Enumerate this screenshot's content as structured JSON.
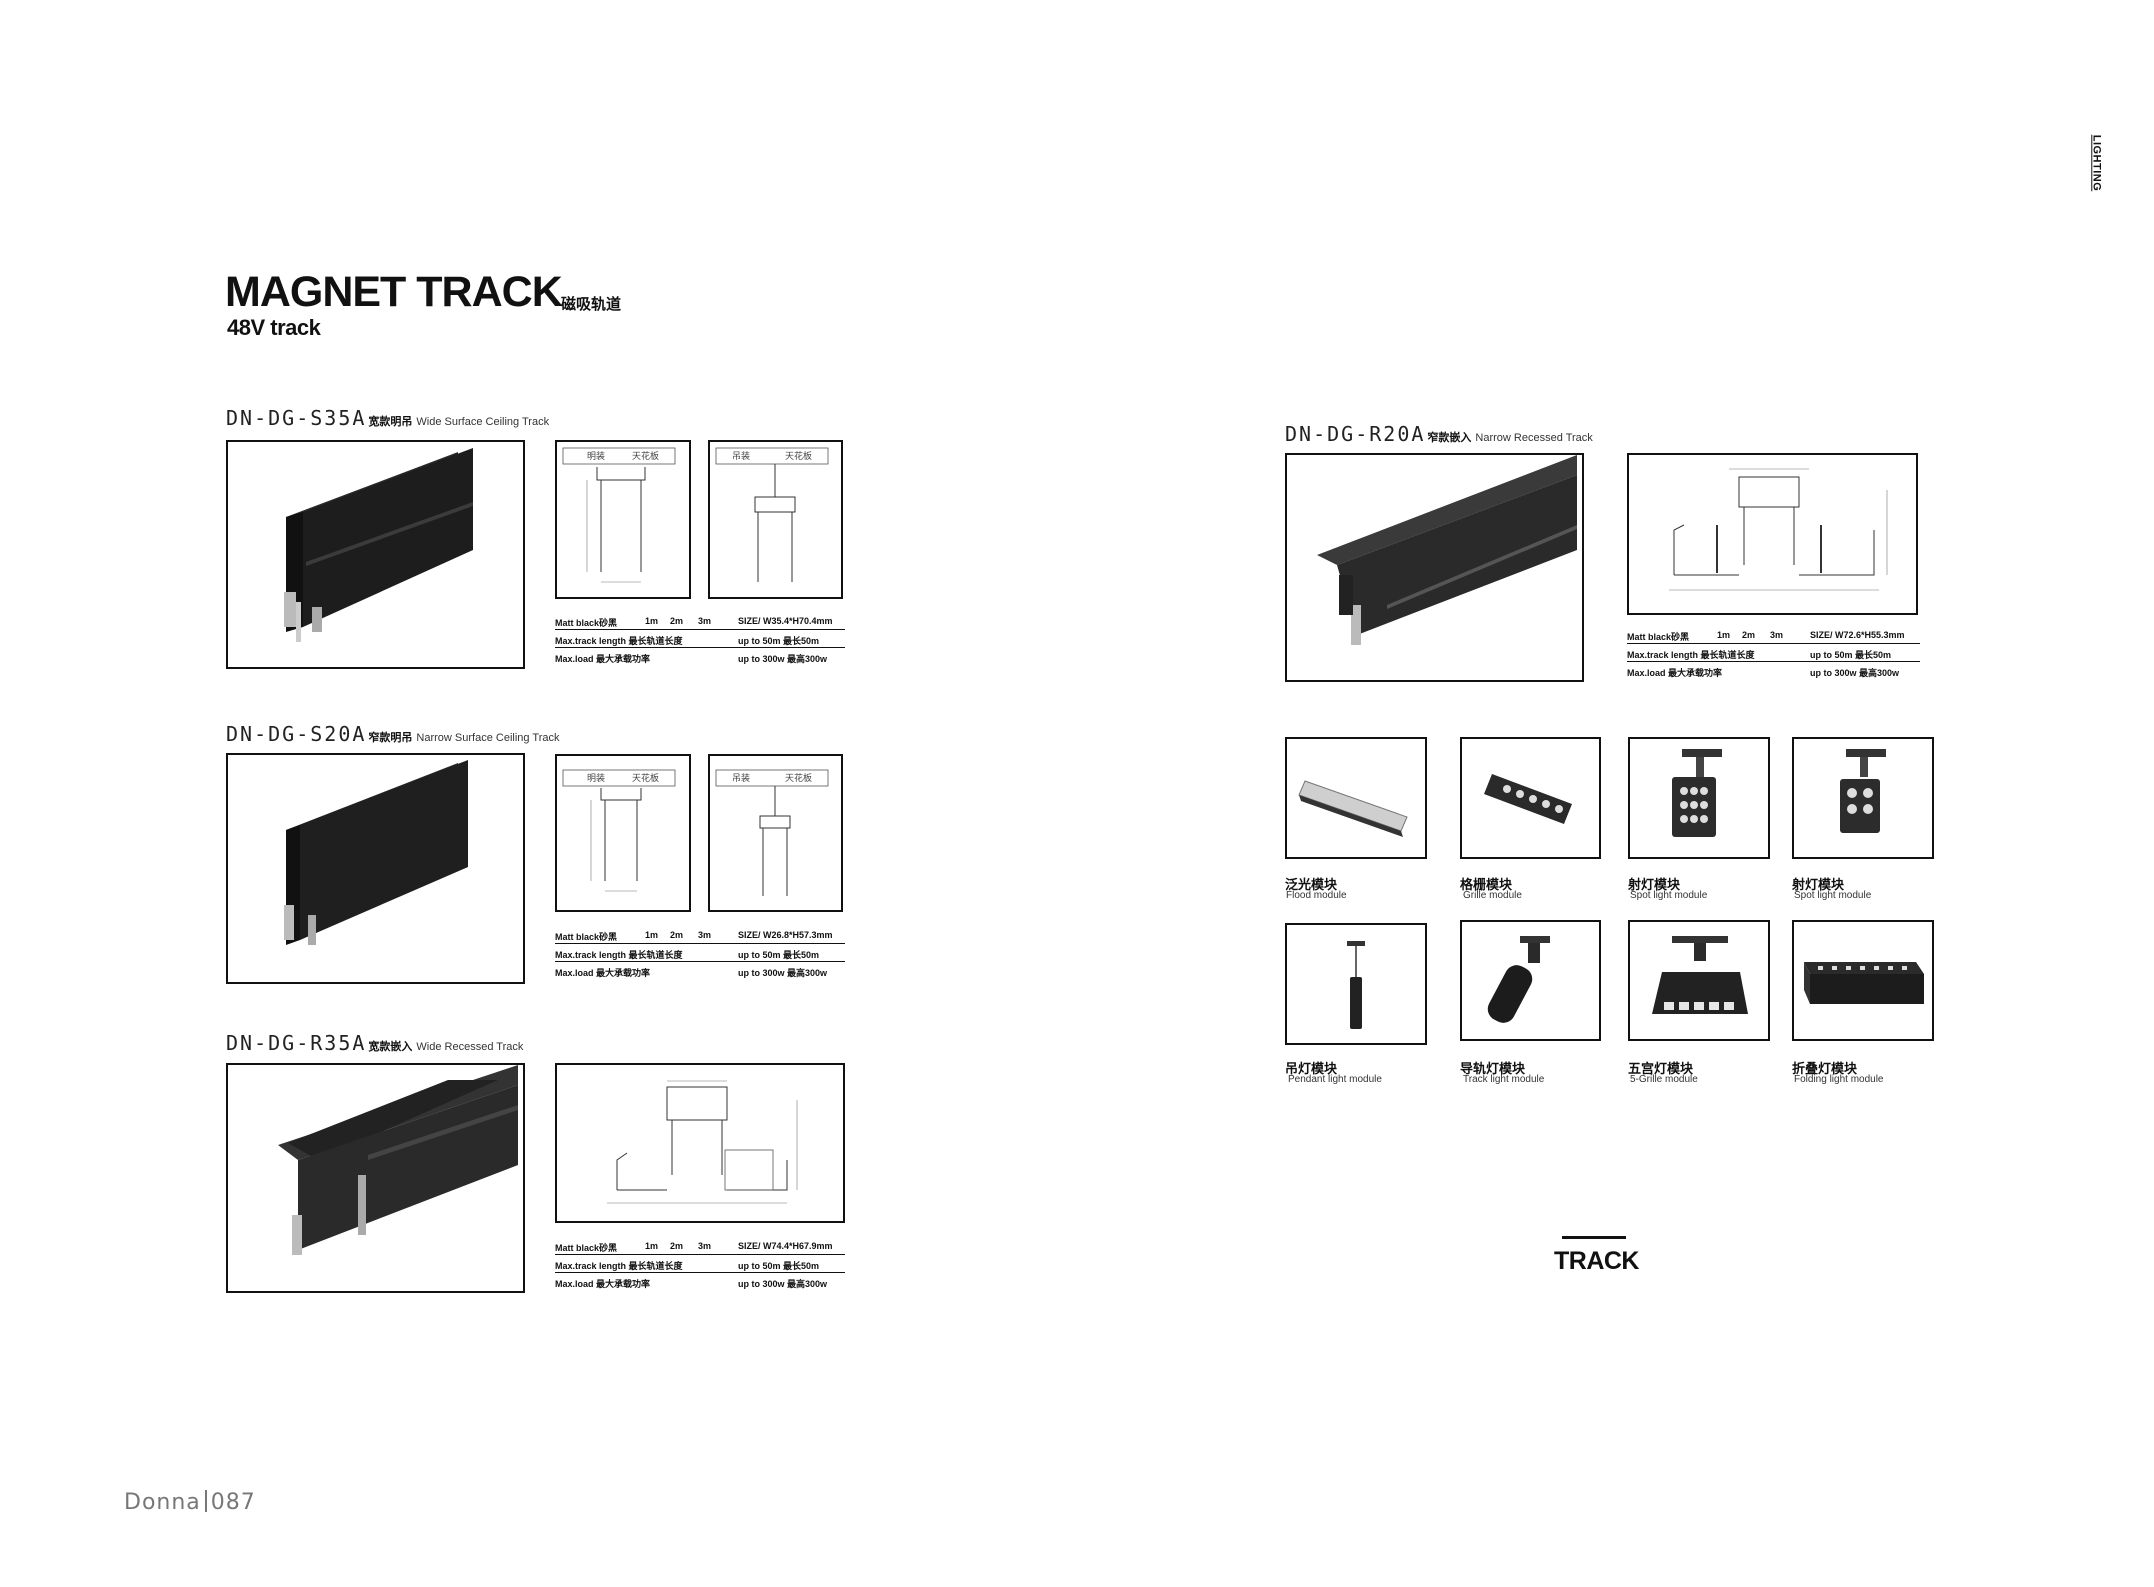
{
  "side_tab": "LIGHTING",
  "header": {
    "title": "MAGNET TRACK",
    "title_cn": "磁吸轨道",
    "subtitle": "48V track"
  },
  "products": [
    {
      "code": "DN-DG-S35A",
      "cn": "宽款明吊",
      "en": "Wide Surface Ceiling Track",
      "diagram_labels": [
        "明装",
        "天花板",
        "吊装",
        "天花板"
      ],
      "specs": {
        "finish": "Matt black砂黑",
        "len1": "1m",
        "len2": "2m",
        "len3": "3m",
        "size": "SIZE/ W35.4*H70.4mm",
        "max_len_label": "Max.track length  最长轨道长度",
        "max_len_value": "up to 50m 最长50m",
        "max_load_label": "Max.load  最大承载功率",
        "max_load_value": "up to 300w 最高300w"
      }
    },
    {
      "code": "DN-DG-S20A",
      "cn": "窄款明吊",
      "en": "Narrow Surface Ceiling Track",
      "diagram_labels": [
        "明装",
        "天花板",
        "吊装",
        "天花板"
      ],
      "specs": {
        "finish": "Matt black砂黑",
        "len1": "1m",
        "len2": "2m",
        "len3": "3m",
        "size": "SIZE/ W26.8*H57.3mm",
        "max_len_label": "Max.track length  最长轨道长度",
        "max_len_value": "up to 50m 最长50m",
        "max_load_label": "Max.load  最大承载功率",
        "max_load_value": "up to 300w 最高300w"
      }
    },
    {
      "code": "DN-DG-R35A",
      "cn": "宽款嵌入",
      "en": "Wide Recessed Track",
      "specs": {
        "finish": "Matt black砂黑",
        "len1": "1m",
        "len2": "2m",
        "len3": "3m",
        "size": "SIZE/ W74.4*H67.9mm",
        "max_len_label": "Max.track length  最长轨道长度",
        "max_len_value": "up to 50m 最长50m",
        "max_load_label": "Max.load  最大承载功率",
        "max_load_value": "up to 300w 最高300w"
      }
    },
    {
      "code": "DN-DG-R20A",
      "cn": "窄款嵌入",
      "en": "Narrow Recessed Track",
      "specs": {
        "finish": "Matt black砂黑",
        "len1": "1m",
        "len2": "2m",
        "len3": "3m",
        "size": "SIZE/ W72.6*H55.3mm",
        "max_len_label": "Max.track length  最长轨道长度",
        "max_len_value": "up to 50m 最长50m",
        "max_load_label": "Max.load  最大承载功率",
        "max_load_value": "up to 300w 最高300w"
      }
    }
  ],
  "modules": [
    {
      "cn": "泛光模块",
      "en": "Flood module"
    },
    {
      "cn": "格栅模块",
      "en": "Grille module"
    },
    {
      "cn": "射灯模块",
      "en": "Spot light module"
    },
    {
      "cn": "射灯模块",
      "en": "Spot light module"
    },
    {
      "cn": "吊灯模块",
      "en": "Pendant light module"
    },
    {
      "cn": "导轨灯模块",
      "en": "Track light module"
    },
    {
      "cn": "五宫灯模块",
      "en": "5-Grille module"
    },
    {
      "cn": "折叠灯模块",
      "en": "Folding light module"
    }
  ],
  "section_label": "TRACK",
  "footer": {
    "brand": "Donna",
    "page": "087"
  },
  "colors": {
    "track": "#1c1c1c",
    "text": "#111111",
    "footer": "#777777"
  }
}
